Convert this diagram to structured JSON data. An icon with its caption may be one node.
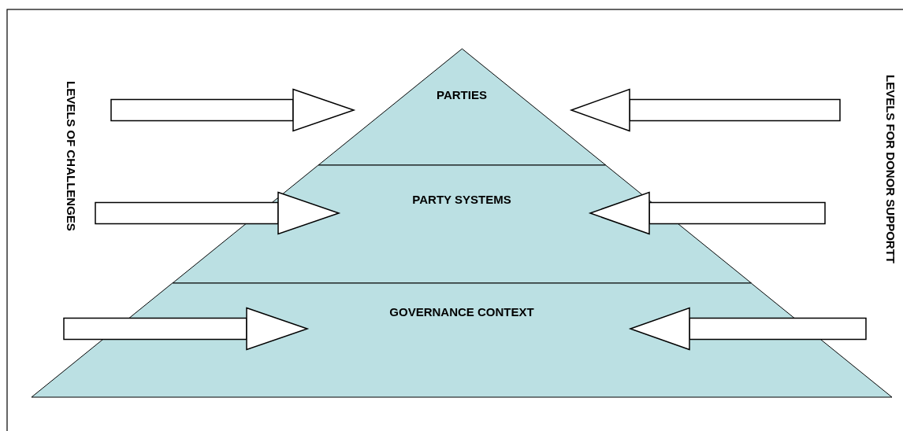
{
  "diagram": {
    "nodes": [
      {
        "text": [
          "PARTIES"
        ]
      },
      {
        "text": [
          "PARTY SYSTEMS"
        ]
      },
      {
        "text": [
          "GOVERNANCE CONTEXT"
        ]
      }
    ],
    "edges": [
      {
        "from": null,
        "to": 0,
        "arrow": "to"
      },
      {
        "from": null,
        "to": 0,
        "arrow": "to"
      },
      {
        "from": null,
        "to": 1,
        "arrow": "to"
      },
      {
        "from": null,
        "to": 1,
        "arrow": "to"
      },
      {
        "from": null,
        "to": 2,
        "arrow": "to"
      },
      {
        "from": null,
        "to": 2,
        "arrow": "to"
      }
    ],
    "labels": [
      "LEVELS OF CHALLENGES",
      "LEVELS FOR DONOR SUPPORTT"
    ]
  }
}
